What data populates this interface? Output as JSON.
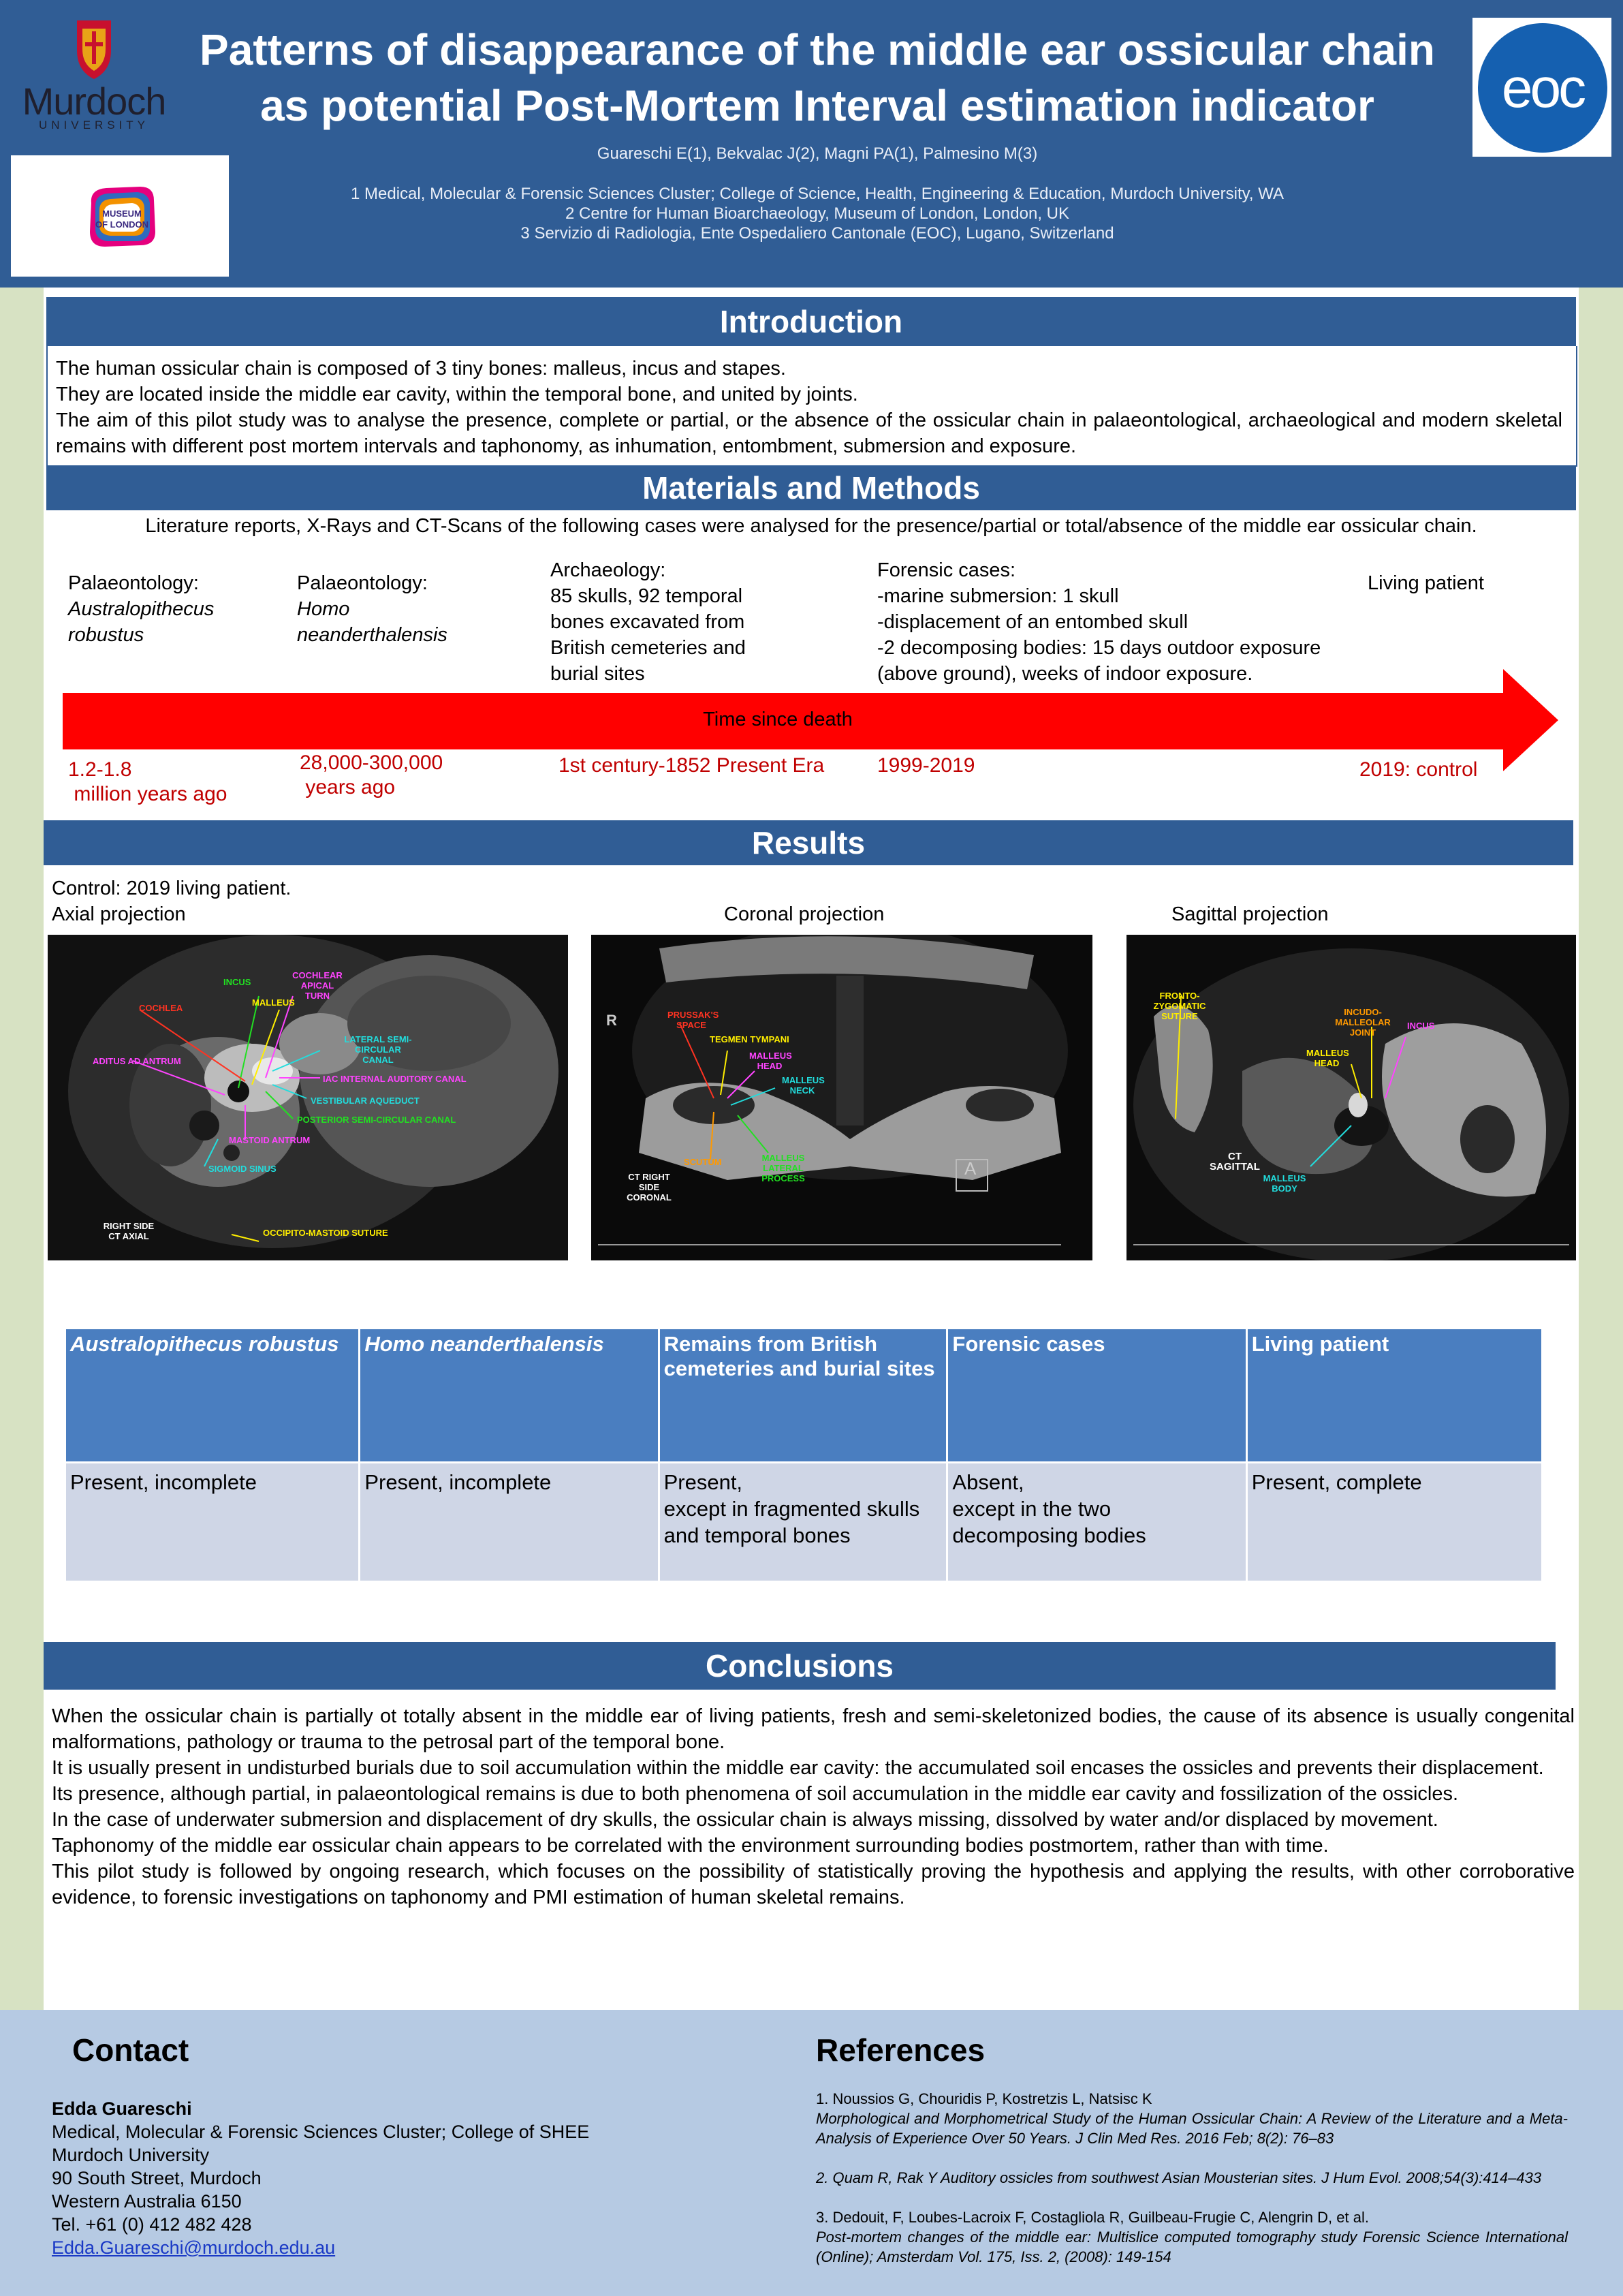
{
  "header": {
    "title_line1": "Patterns of disappearance of the middle ear ossicular chain",
    "title_line2": "as potential Post-Mortem Interval estimation indicator",
    "authors": "Guareschi E(1), Bekvalac J(2), Magni PA(1), Palmesino M(3)",
    "affiliations": [
      "1 Medical, Molecular & Forensic Sciences Cluster; College of Science, Health, Engineering & Education, Murdoch University, WA",
      "2 Centre for Human Bioarchaeology, Museum of London, London, UK",
      "3 Servizio di Radiologia,  Ente Ospedaliero Cantonale (EOC), Lugano, Switzerland"
    ],
    "logos": {
      "murdoch_name": "Murdoch",
      "murdoch_sub": "UNIVERSITY",
      "museum": [
        "MUSEUM",
        "OF LONDON"
      ],
      "eoc": "eoc"
    }
  },
  "introduction": {
    "heading": "Introduction",
    "paragraphs": [
      "The human ossicular chain is composed of 3 tiny bones: malleus, incus and stapes.",
      "They are located inside the middle ear cavity, within the temporal bone, and united by joints.",
      "The aim of this pilot study was  to analyse the presence, complete or partial, or the absence of the ossicular chain in palaeontological, archaeological and modern skeletal remains with different post mortem intervals and taphonomy, as inhumation, entombment, submersion and exposure."
    ]
  },
  "methods": {
    "heading": "Materials and Methods",
    "lead": "Literature reports, X-Rays and CT-Scans of the following cases were analysed for the presence/partial or total/absence of the middle ear ossicular chain.",
    "timeline": {
      "arrow_label": "Time since death",
      "items": [
        {
          "lines": [
            "Palaeontology:",
            "Australopithecus",
            "robustus"
          ],
          "date": [
            "1.2-1.8",
            " million years ago"
          ]
        },
        {
          "lines": [
            "Palaeontology:",
            "Homo",
            "neanderthalensis"
          ],
          "date": [
            "28,000-300,000",
            " years ago"
          ]
        },
        {
          "lines": [
            "Archaeology:",
            "85 skulls, 92 temporal",
            "bones excavated from",
            "British cemeteries and",
            "burial sites"
          ],
          "date": [
            "1st century-1852 Present Era"
          ]
        },
        {
          "lines": [
            "Forensic cases:",
            "-marine submersion: 1 skull",
            "-displacement of an entombed skull",
            "-2 decomposing bodies: 15 days outdoor exposure",
            "(above ground), weeks of indoor exposure."
          ],
          "date": [
            "1999-2019"
          ]
        },
        {
          "lines": [
            "Living patient"
          ],
          "date": [
            "2019: control"
          ]
        }
      ]
    }
  },
  "results": {
    "heading": "Results",
    "control": "Control: 2019 living patient.",
    "projections": {
      "axial": "Axial projection",
      "coronal": "Coronal projection",
      "sagittal": "Sagittal projection"
    },
    "ct_labels": {
      "axial": {
        "incus": "INCUS",
        "cochlear_apical": "COCHLEAR APICAL TURN",
        "malleus": "MALLEUS",
        "cochlea": "COCHLEA",
        "aditus": "ADITUS AD ANTRUM",
        "lateral_canal": "LATERAL SEMI-CIRCULAR CANAL",
        "iac": "IAC INTERNAL AUDITORY CANAL",
        "vestibular": "VESTIBULAR AQUEDUCT",
        "posterior_canal": "POSTERIOR SEMI-CIRCULAR CANAL",
        "mastoid": "MASTOID ANTRUM",
        "sigmoid": "SIGMOID SINUS",
        "side": "RIGHT SIDE CT AXIAL",
        "occipito": "OCCIPITO-MASTOID SUTURE"
      },
      "coronal": {
        "r": "R",
        "prussak": "PRUSSAK'S SPACE",
        "tegmen": "TEGMEN TYMPANI",
        "malleus_head": "MALLEUS HEAD",
        "malleus_neck": "MALLEUS NECK",
        "scutum": "SCUTUM",
        "malleus_lateral": "MALLEUS LATERAL PROCESS",
        "side": "CT RIGHT SIDE CORONAL",
        "a": "A"
      },
      "sagittal": {
        "fronto": "FRONTO-ZYGOMATIC SUTURE",
        "incudo": "INCUDO-MALLEOLAR JOINT",
        "incus": "INCUS",
        "malleus_head": "MALLEUS HEAD",
        "ct": "CT SAGITTAL",
        "malleus_body": "MALLEUS BODY"
      }
    },
    "table": {
      "headers": [
        {
          "text": "Australopithecus robustus",
          "italic": true
        },
        {
          "text": "Homo neanderthalensis",
          "italic": true
        },
        {
          "text": [
            "Remains from British",
            "cemeteries and burial sites"
          ],
          "italic": false
        },
        {
          "text": "Forensic cases",
          "italic": false
        },
        {
          "text": "Living patient",
          "italic": false
        }
      ],
      "row": [
        [
          "Present, incomplete"
        ],
        [
          "Present, incomplete"
        ],
        [
          "Present,",
          "except in fragmented skulls",
          "and temporal bones"
        ],
        [
          "Absent,",
          "except in the two",
          "decomposing bodies"
        ],
        [
          "Present, complete"
        ]
      ]
    }
  },
  "conclusions": {
    "heading": "Conclusions",
    "paragraphs": [
      "When the ossicular chain is partially ot totally absent in the middle ear of living patients, fresh and semi-skeletonized bodies, the cause of its absence is usually congenital malformations, pathology or trauma to the petrosal part of the temporal bone.",
      "It is usually present in undisturbed burials due to soil accumulation within the middle ear cavity: the accumulated soil encases the ossicles and prevents their displacement.",
      "Its presence, although partial, in palaeontological remains is due to both phenomena of soil accumulation in the middle ear cavity and fossilization of the ossicles.",
      "In the case of underwater submersion and displacement of dry skulls, the ossicular chain is always missing, dissolved by water and/or displaced by movement.",
      "Taphonomy of the middle ear ossicular chain appears to be correlated with the environment surrounding bodies postmortem, rather than with time.",
      "This pilot study is followed by ongoing research, which focuses on the possibility of statistically proving the hypothesis and applying the results, with other corroborative evidence, to forensic investigations on taphonomy and PMI estimation of human skeletal remains."
    ]
  },
  "contact": {
    "heading": "Contact",
    "name": "Edda Guareschi",
    "lines": [
      "Medical, Molecular & Forensic Sciences Cluster; College of SHEE",
      "Murdoch University",
      "90 South Street, Murdoch",
      "Western Australia 6150",
      "Tel. +61 (0) 412 482 428"
    ],
    "email": "Edda.Guareschi@murdoch.edu.au"
  },
  "references": {
    "heading": "References",
    "items": [
      {
        "authors": "1. Noussios G, Chouridis P, Kostretzis L, Natsisc K",
        "title": "Morphological and Morphometrical Study of the Human Ossicular Chain: A Review of the Literature and a Meta-Analysis of Experience Over 50 Years. J Clin Med Res. 2016 Feb; 8(2): 76–83"
      },
      {
        "authors": "",
        "title": "2. Quam R, Rak Y Auditory ossicles from southwest Asian Mousterian sites. J Hum Evol. 2008;54(3):414–433"
      },
      {
        "authors": "3. Dedouit, F, Loubes-Lacroix F, Costagliola R, Guilbeau-Frugie C, Alengrin D, et al.",
        "title": "Post-mortem changes of the middle ear: Multislice computed tomography study Forensic Science International (Online); Amsterdam Vol. 175, Iss. 2,  (2008): 149-154"
      }
    ]
  },
  "colors": {
    "header": "#305d95",
    "band": "#305d95",
    "arrow": "#ff0000",
    "date_text": "#c00000",
    "table_head": "#4a7ec0",
    "table_cell": "#cfd6e6",
    "footer": "#b6cae3",
    "side_margin": "#d7e2c3"
  }
}
